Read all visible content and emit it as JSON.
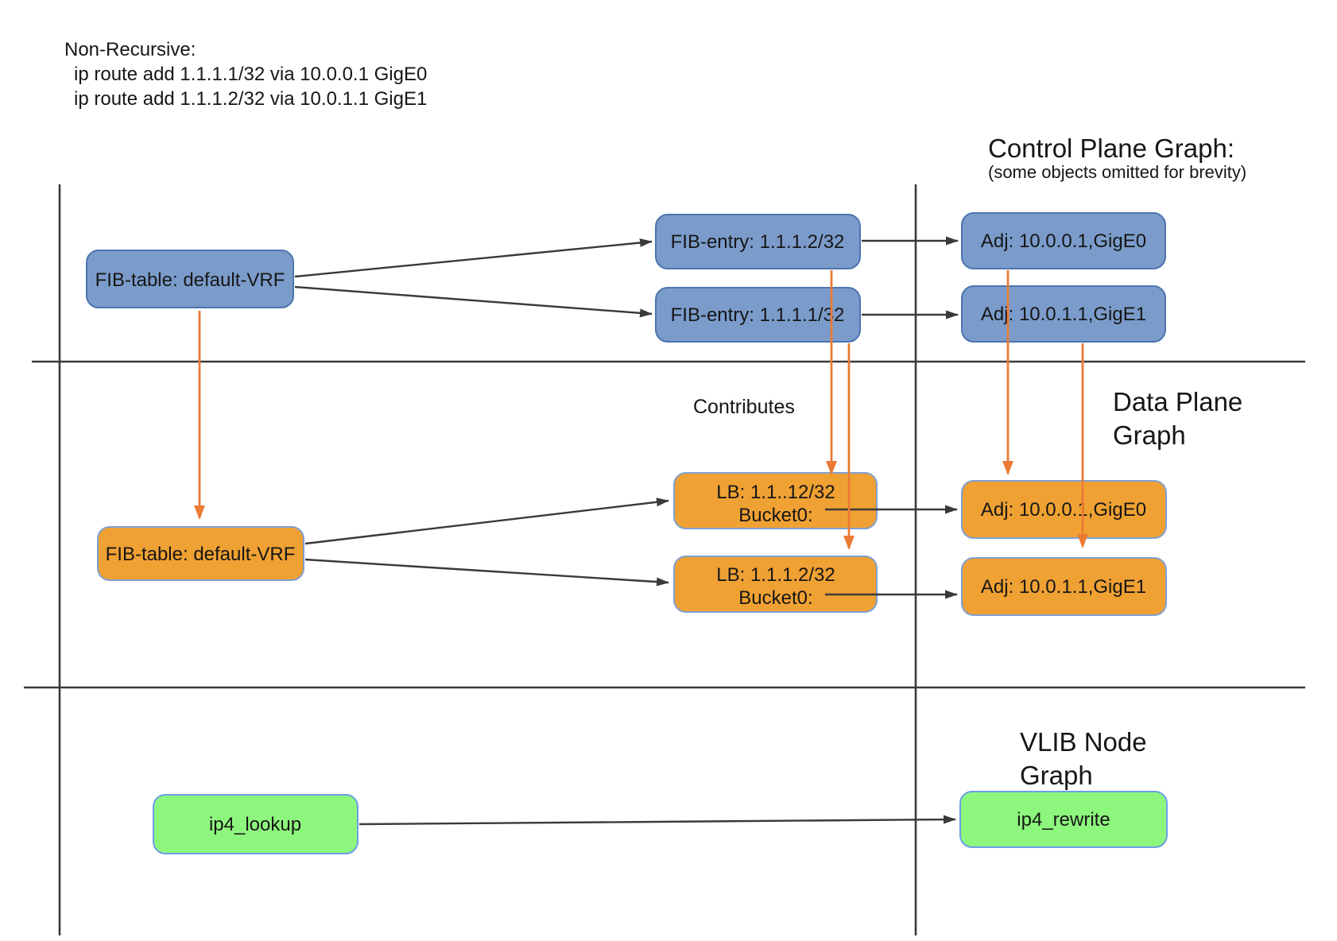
{
  "note": {
    "title": "Non-Recursive:",
    "line1": "ip route add 1.1.1.1/32 via 10.0.0.1 GigE0",
    "line2": "ip route add 1.1.1.2/32 via 10.0.1.1 GigE1"
  },
  "sections": {
    "control_plane": {
      "title": "Control Plane Graph:",
      "subtitle": "(some objects omitted for brevity)"
    },
    "data_plane": {
      "title_line1": "Data Plane",
      "title_line2": "Graph",
      "contributes_label": "Contributes"
    },
    "vlib": {
      "title_line1": "VLIB Node",
      "title_line2": "Graph"
    }
  },
  "nodes": {
    "cp_fib_table": {
      "label": "FIB-table: default-VRF"
    },
    "cp_fib_entry_2": {
      "label": "FIB-entry: 1.1.1.2/32"
    },
    "cp_fib_entry_1": {
      "label": "FIB-entry: 1.1.1.1/32"
    },
    "cp_adj_0": {
      "label": "Adj: 10.0.0.1,GigE0"
    },
    "cp_adj_1": {
      "label": "Adj: 10.0.1.1,GigE1"
    },
    "dp_fib_table": {
      "label": "FIB-table: default-VRF"
    },
    "dp_lb_1": {
      "line1": "LB: 1.1..12/32",
      "line2": "Bucket0:"
    },
    "dp_lb_2": {
      "line1": "LB: 1.1.1.2/32",
      "line2": "Bucket0:"
    },
    "dp_adj_0": {
      "label": "Adj: 10.0.0.1,GigE0"
    },
    "dp_adj_1": {
      "label": "Adj: 10.0.1.1,GigE1"
    },
    "vlib_ip4_lookup": {
      "label": "ip4_lookup"
    },
    "vlib_ip4_rewrite": {
      "label": "ip4_rewrite"
    }
  },
  "colors": {
    "control_plane_node_fill": "#7B9CCB",
    "control_plane_node_stroke": "#4C74AE",
    "data_plane_node_fill": "#F0A133",
    "data_plane_node_stroke": "#7FA0CF",
    "vlib_node_fill": "#8DF77D",
    "vlib_node_stroke": "#6C9FE8",
    "connector_color": "#3A3A3A",
    "contribution_arrow_color": "#EA7B35"
  }
}
